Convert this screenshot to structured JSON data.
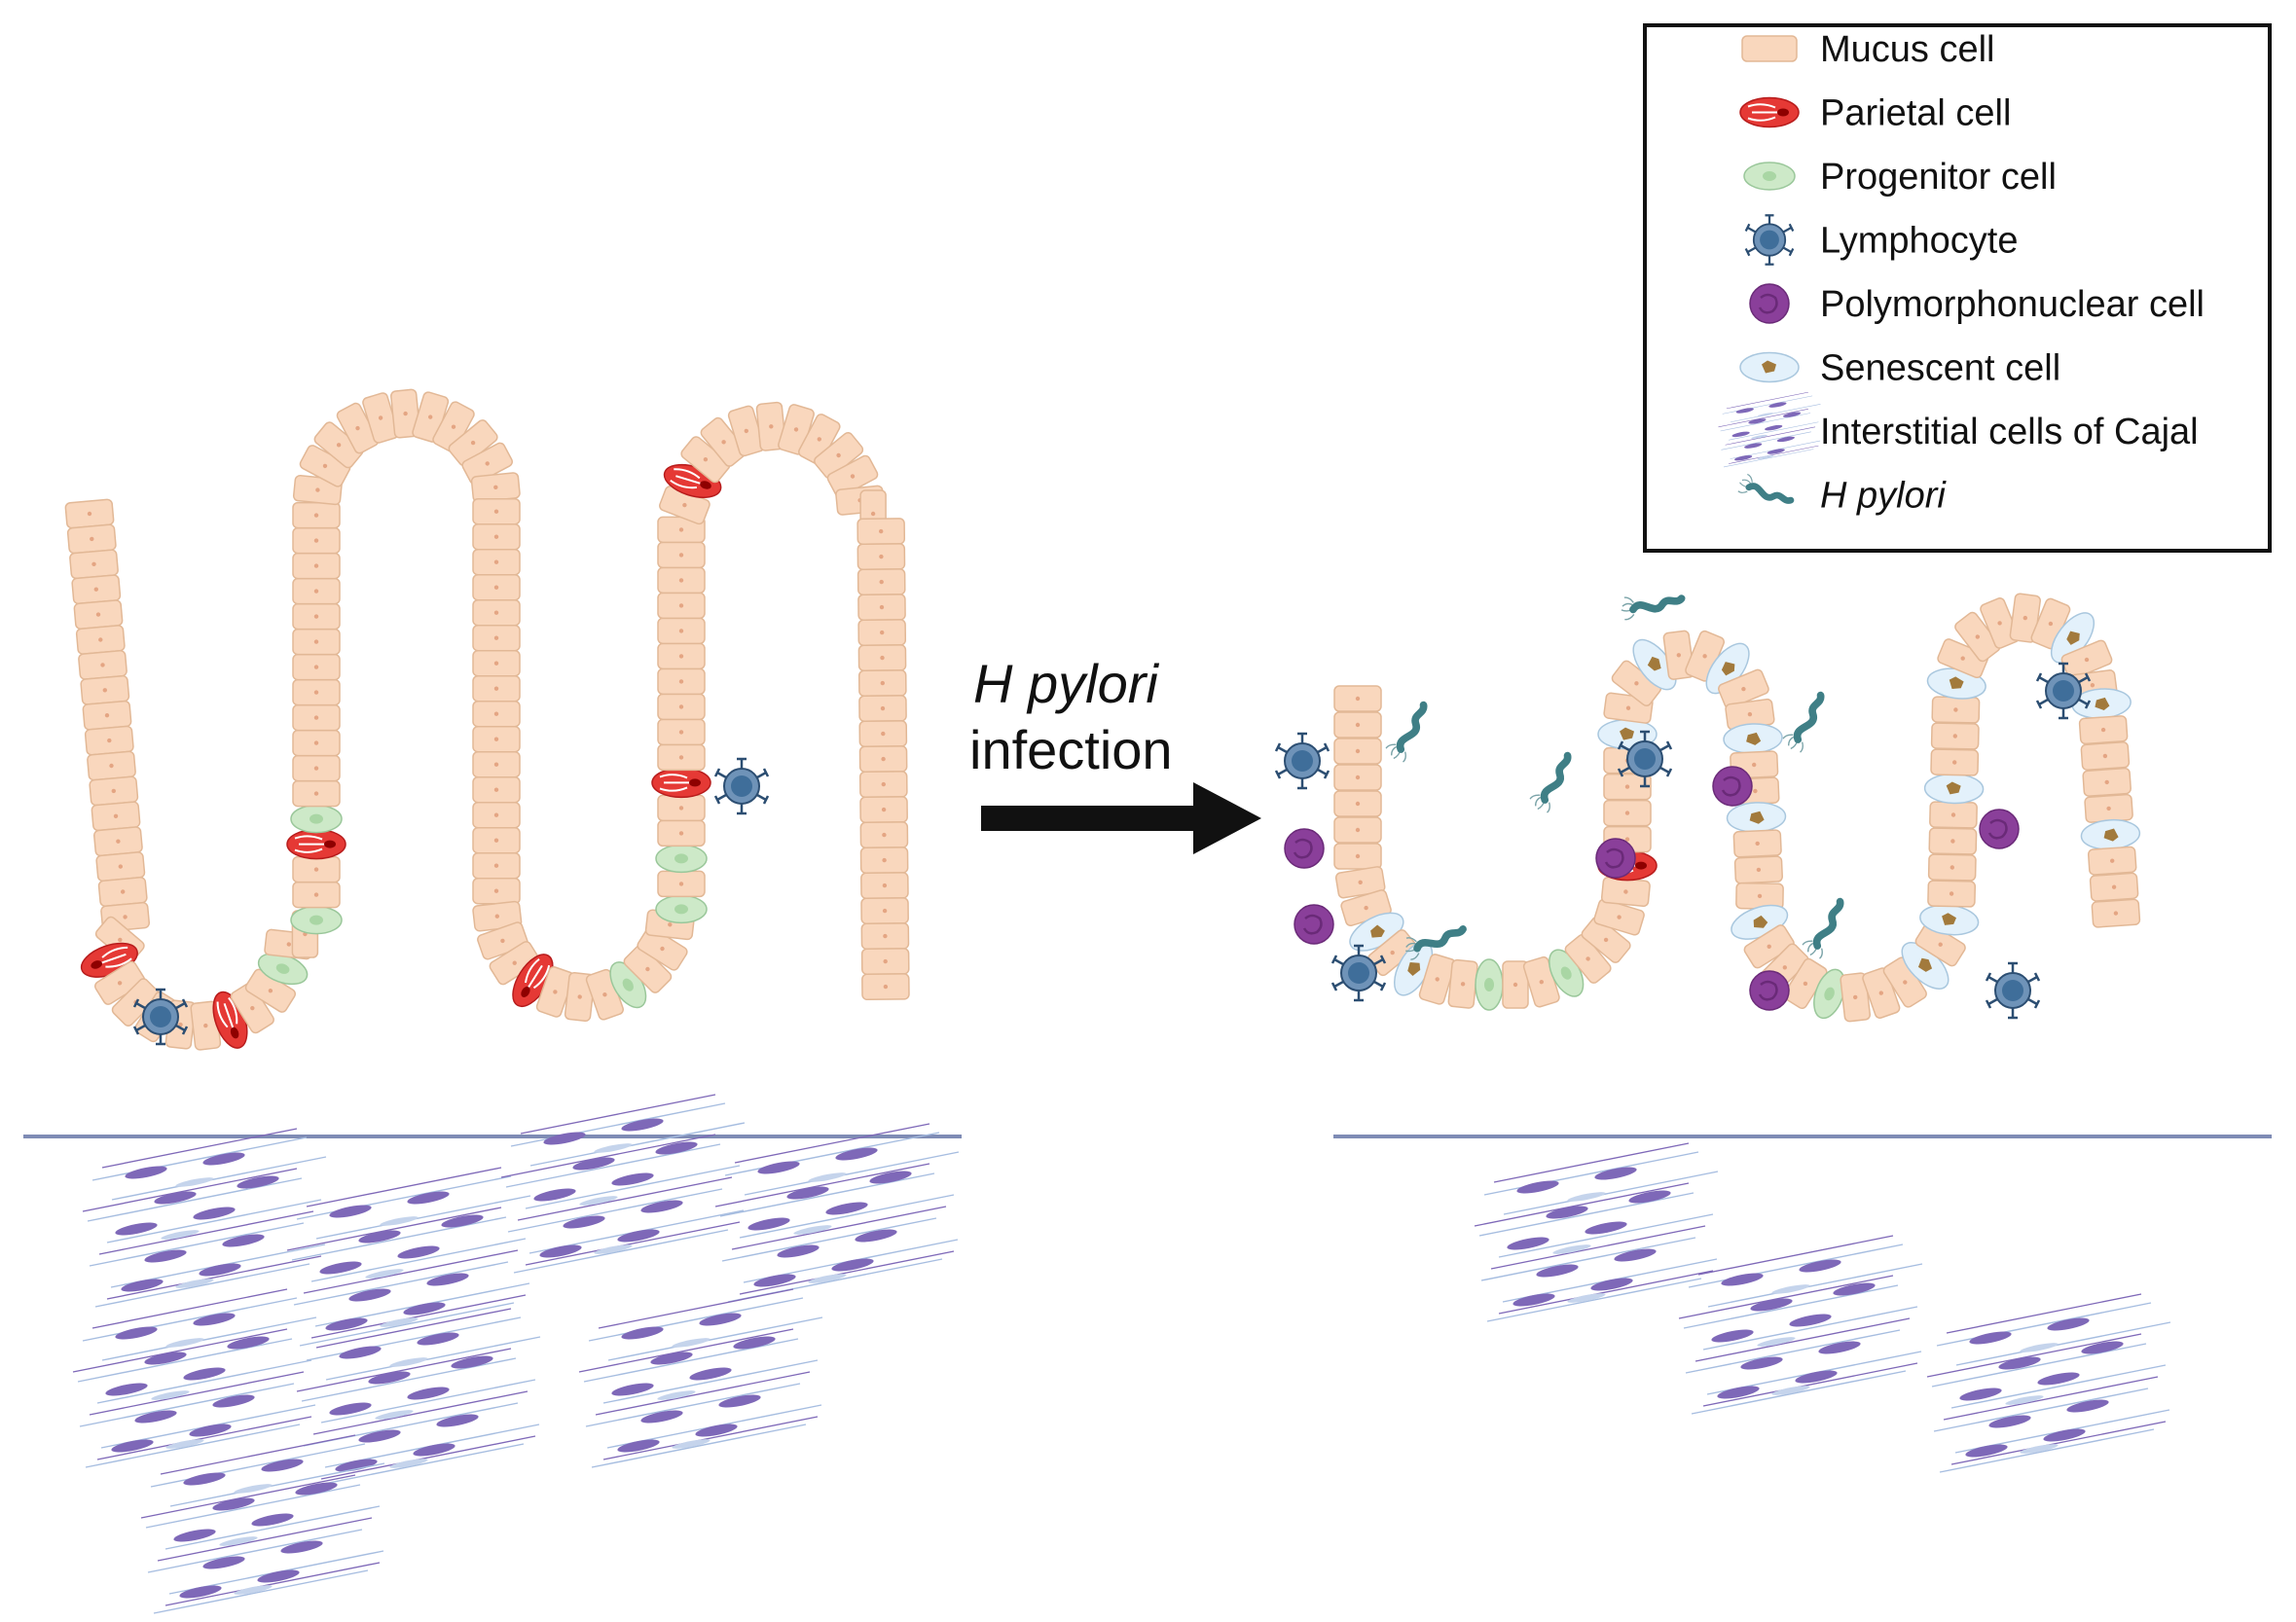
{
  "arrow": {
    "line1": "H pylori",
    "line2": "infection"
  },
  "legend": {
    "items": [
      {
        "key": "mucus",
        "label": "Mucus cell",
        "icon": "mucus-cell-icon",
        "italic": false
      },
      {
        "key": "parietal",
        "label": "Parietal cell",
        "icon": "parietal-cell-icon",
        "italic": false
      },
      {
        "key": "progenitor",
        "label": "Progenitor cell",
        "icon": "progenitor-cell-icon",
        "italic": false
      },
      {
        "key": "lymphocyte",
        "label": "Lymphocyte",
        "icon": "lymphocyte-icon",
        "italic": false
      },
      {
        "key": "pmn",
        "label": "Polymorphonuclear cell",
        "icon": "polymorphonuclear-cell-icon",
        "italic": false
      },
      {
        "key": "senescent",
        "label": "Senescent cell",
        "icon": "senescent-cell-icon",
        "italic": false
      },
      {
        "key": "icc",
        "label": "Interstitial cells of Cajal",
        "icon": "interstitial-cells-of-cajal-icon",
        "italic": false
      },
      {
        "key": "hpylori",
        "label": "H pylori",
        "icon": "h-pylori-icon",
        "italic": true
      }
    ]
  },
  "colors": {
    "mucus_fill": "#f9d7bd",
    "mucus_stroke": "#e2b896",
    "parietal": "#e53935",
    "progenitor": "#cde9c8",
    "lymphocyte": "#3f6e9a",
    "pmn": "#8a3f9a",
    "senescent": "#e3f1fb",
    "icc_purple": "#7e68b8",
    "icc_blue": "#9cb3d8",
    "membrane_line": "#7f8cb5",
    "hpylori": "#3f7f86"
  }
}
